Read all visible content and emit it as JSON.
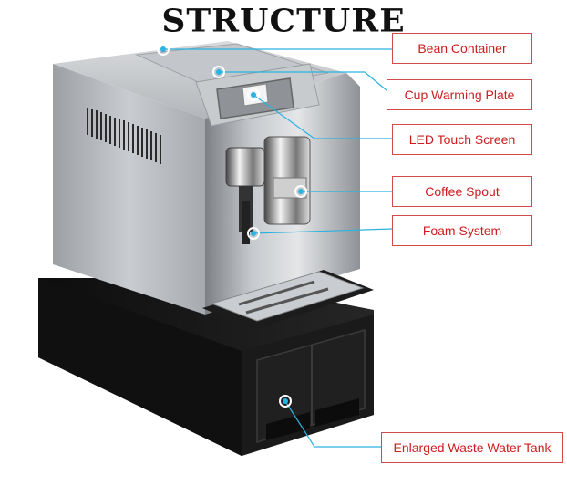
{
  "title": "STRUCTURE",
  "labels": [
    {
      "key": "bean",
      "text": "Bean Container"
    },
    {
      "key": "cup",
      "text": "Cup Warming Plate"
    },
    {
      "key": "led",
      "text": "LED Touch Screen"
    },
    {
      "key": "spout",
      "text": "Coffee Spout"
    },
    {
      "key": "foam",
      "text": "Foam System"
    },
    {
      "key": "tank",
      "text": "Enlarged Waste Water Tank"
    }
  ],
  "colors": {
    "label_border": "#d24a4a",
    "label_text": "#cc1d1d",
    "leader_line": "#2ab3e0",
    "machine_silver": "#b9bcc0",
    "base_black": "#141414"
  }
}
